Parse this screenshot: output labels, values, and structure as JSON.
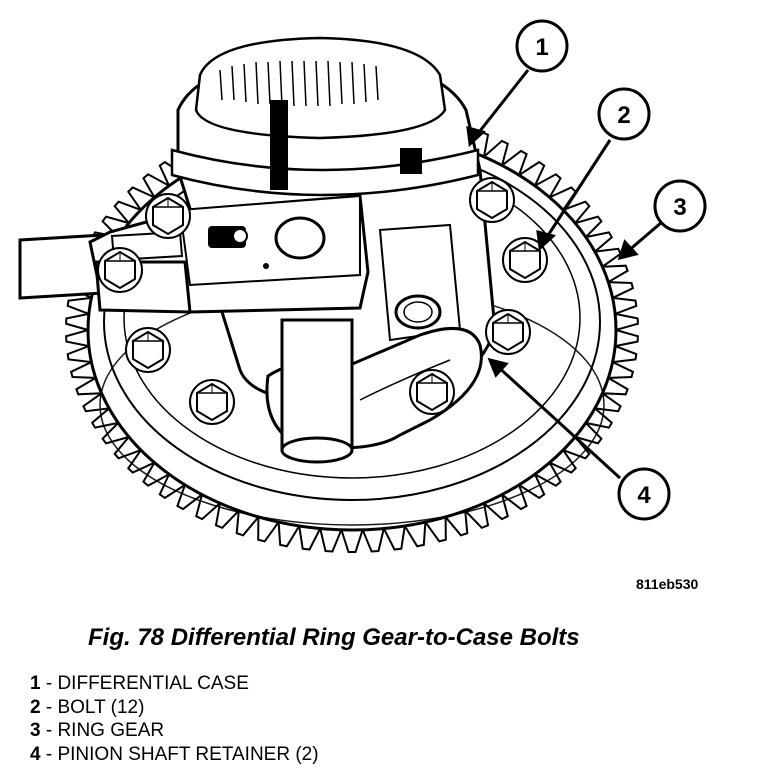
{
  "callouts": [
    {
      "number": "1"
    },
    {
      "number": "2"
    },
    {
      "number": "3"
    },
    {
      "number": "4"
    }
  ],
  "reference_code": "811eb530",
  "caption": "Fig. 78 Differential Ring Gear-to-Case Bolts",
  "legend": [
    {
      "number": "1",
      "text": " - DIFFERENTIAL CASE"
    },
    {
      "number": "2",
      "text": " - BOLT (12)"
    },
    {
      "number": "3",
      "text": " - RING GEAR"
    },
    {
      "number": "4",
      "text": " - PINION SHAFT RETAINER (2)"
    }
  ]
}
